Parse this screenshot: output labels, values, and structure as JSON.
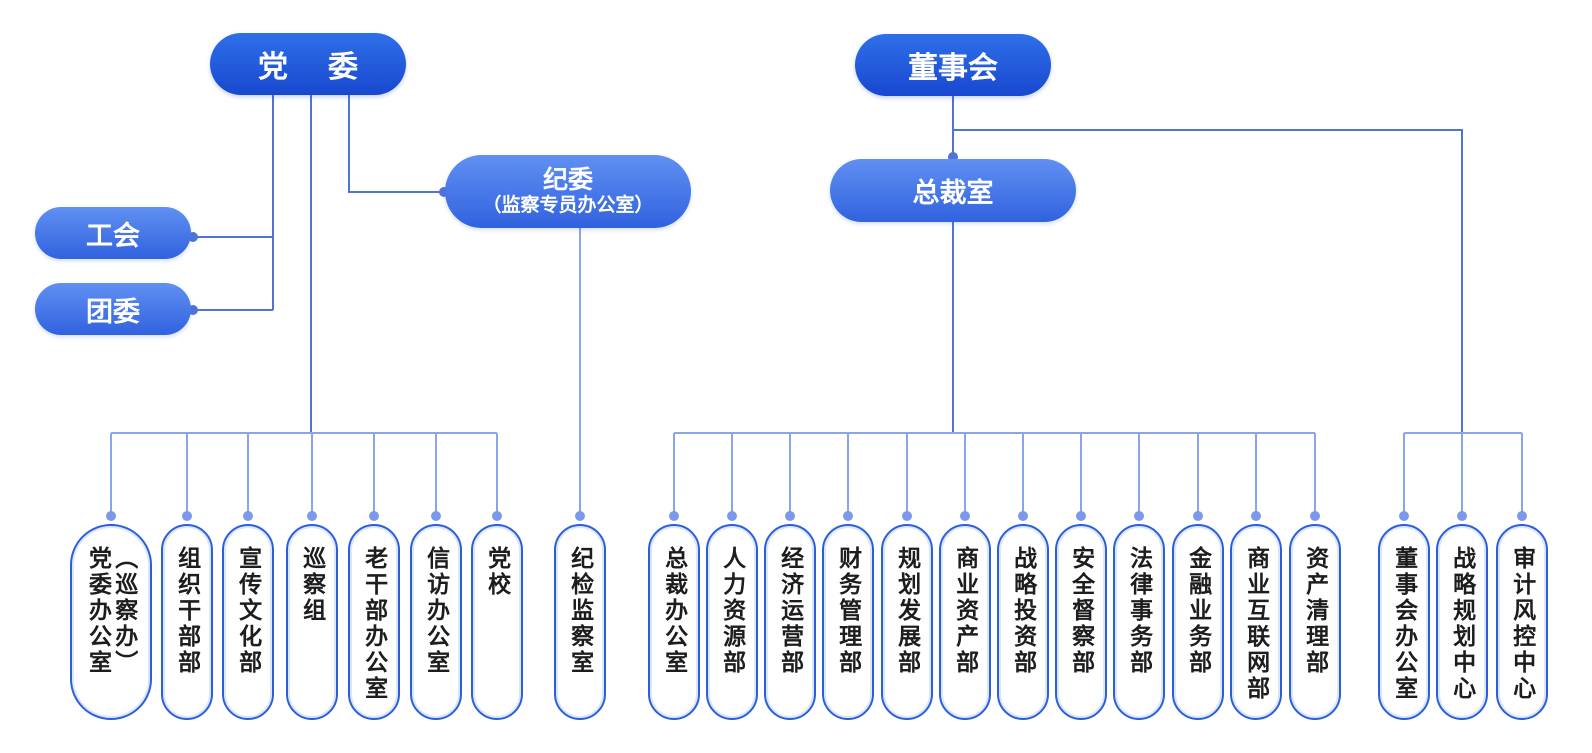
{
  "org": {
    "party": {
      "label": "党委",
      "affiliates": [
        {
          "label": "工会"
        },
        {
          "label": "团委"
        }
      ],
      "discipline": {
        "title": "纪委",
        "subtitle": "（监察专员办公室）",
        "child": {
          "label": "纪检监察室"
        }
      },
      "departments": [
        {
          "label": "党委办公室（巡察办）",
          "columns": [
            "党委办公室",
            "（巡察办）"
          ]
        },
        {
          "label": "组织干部部"
        },
        {
          "label": "宣传文化部"
        },
        {
          "label": "巡察组"
        },
        {
          "label": "老干部办公室"
        },
        {
          "label": "信访办公室"
        },
        {
          "label": "党校"
        }
      ]
    },
    "board": {
      "label": "董事会",
      "president_office": {
        "label": "总裁室"
      },
      "president_departments": [
        {
          "label": "总裁办公室"
        },
        {
          "label": "人力资源部"
        },
        {
          "label": "经济运营部"
        },
        {
          "label": "财务管理部"
        },
        {
          "label": "规划发展部"
        },
        {
          "label": "商业资产部"
        },
        {
          "label": "战略投资部"
        },
        {
          "label": "安全督察部"
        },
        {
          "label": "法律事务部"
        },
        {
          "label": "金融业务部"
        },
        {
          "label": "商业互联网部"
        },
        {
          "label": "资产清理部"
        }
      ],
      "board_departments": [
        {
          "label": "董事会办公室"
        },
        {
          "label": "战略规划中心"
        },
        {
          "label": "审计风控中心"
        }
      ]
    }
  },
  "colors": {
    "primary_gradient_top": "#2f6fe9",
    "primary_gradient_bottom": "#1848d0",
    "secondary_gradient_top": "#6090f2",
    "secondary_gradient_bottom": "#3162df",
    "leaf_border": "#2a5fdc",
    "line_mid": "#4f74d4",
    "line_light": "#8aa5ea",
    "leaf_text": "#1d1d1f"
  }
}
